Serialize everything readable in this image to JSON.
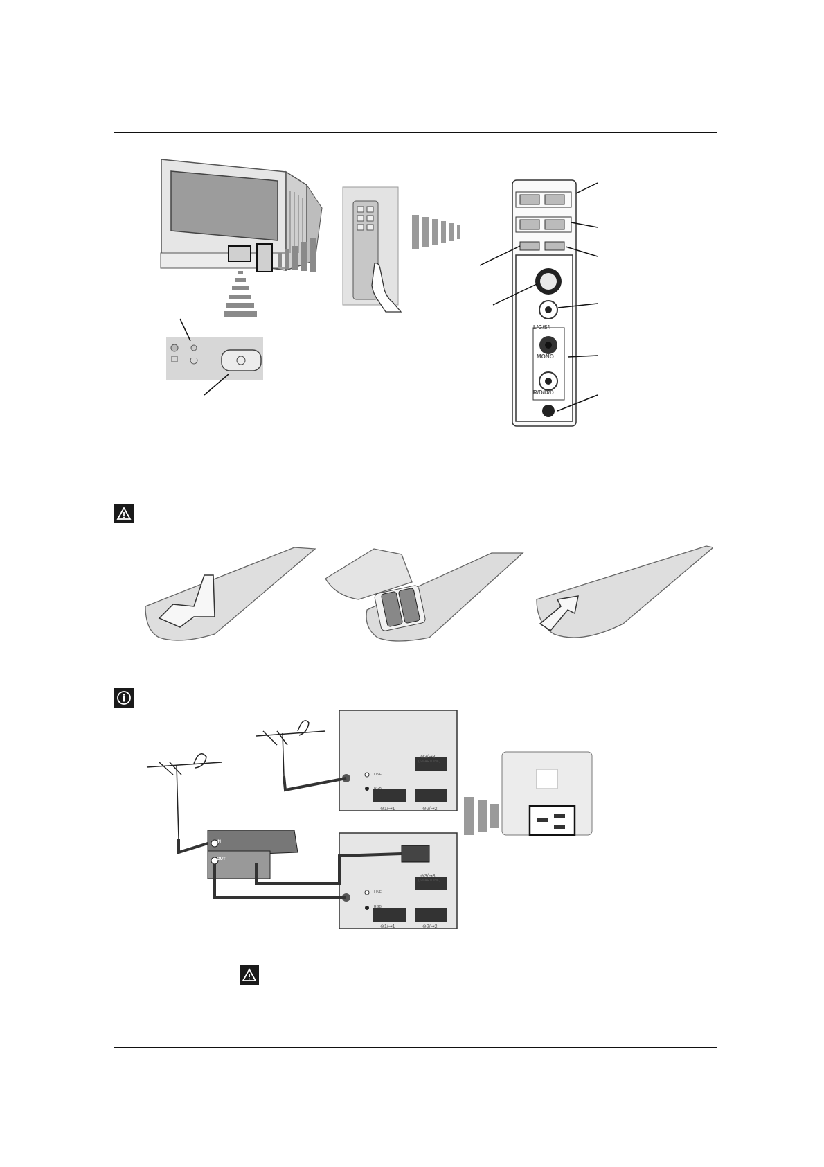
{
  "panel": {
    "port_label_lgs": "L/G/S/I",
    "port_label_mono": "MONO",
    "port_label_rdd": "R/D/D/D"
  },
  "connections": {
    "scart_av3": "⊖3/⇥3",
    "scart_av3_note": "(SMARTLINK)",
    "scart_av1": "⊖1/⇥1",
    "scart_av2": "⊖2/⇥2",
    "switch_line": "LINE",
    "switch_rgb": "RGB",
    "vcr_in": "IN",
    "vcr_out": "OUT"
  },
  "icons": {
    "warning": "warning-triangle-icon",
    "info": "info-icon"
  },
  "colors": {
    "rule": "#111111",
    "device_grey": "#d6d6d6",
    "cable": "#333333"
  }
}
